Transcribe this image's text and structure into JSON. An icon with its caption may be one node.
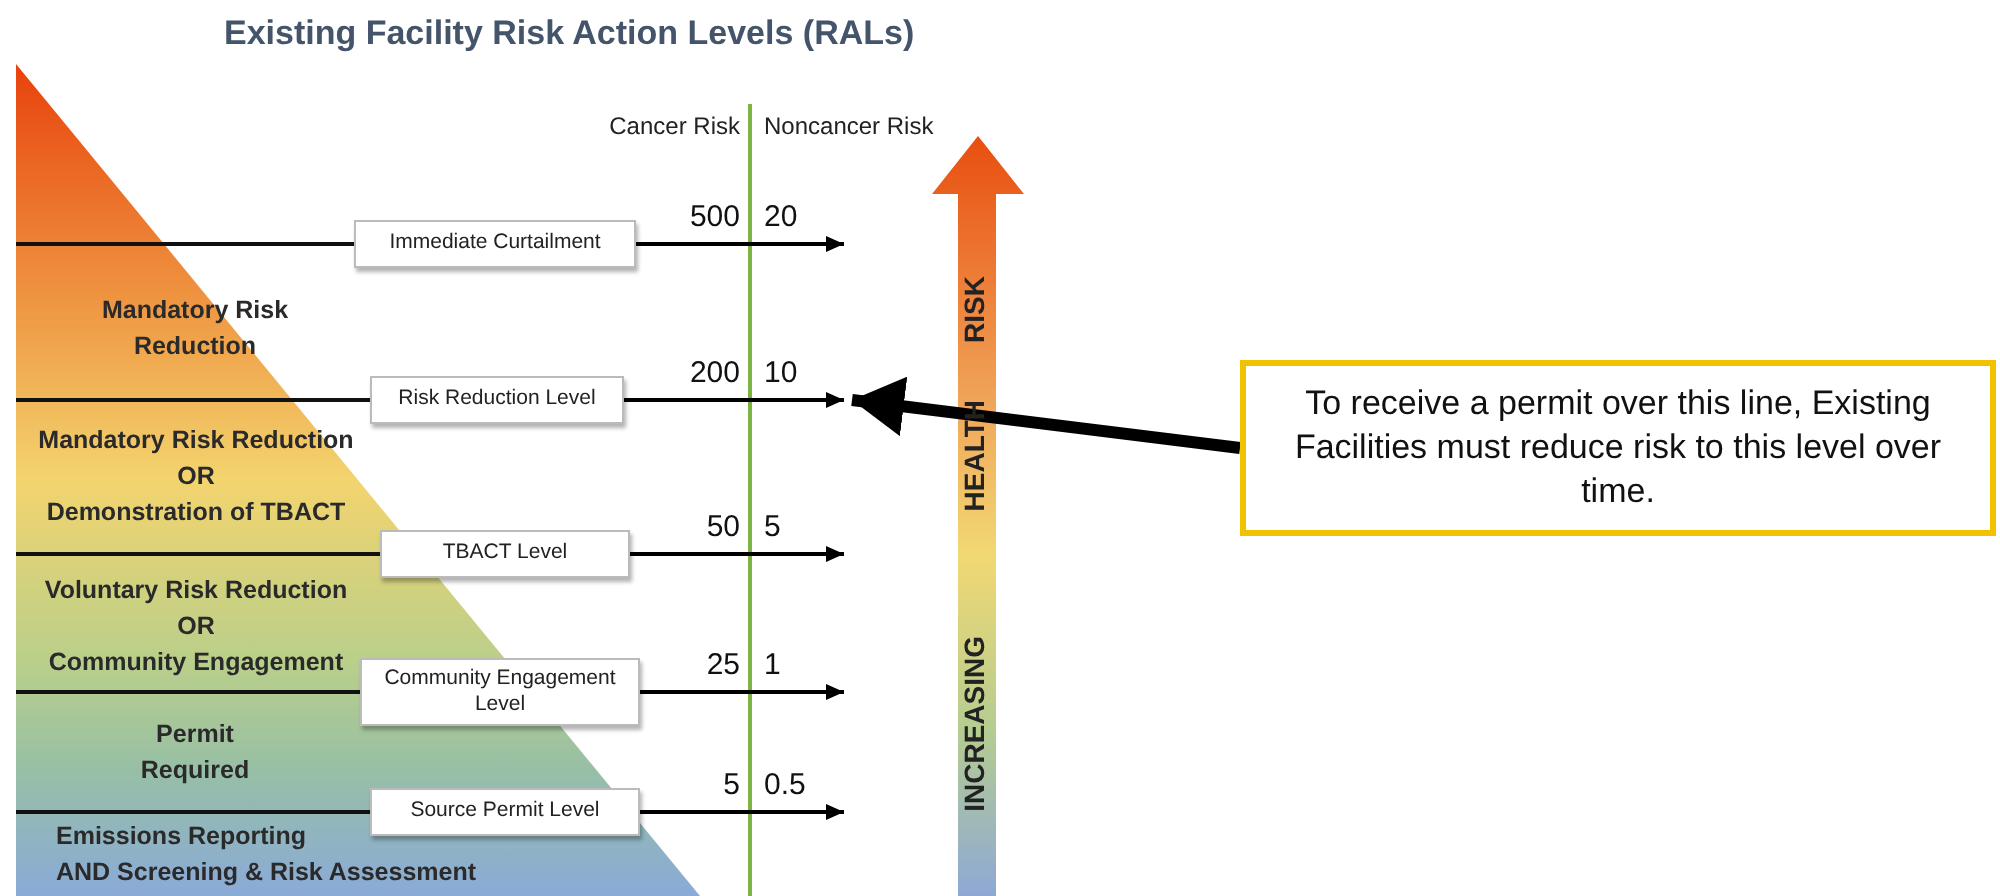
{
  "diagram": {
    "title": "Existing Facility Risk Action Levels (RALs)",
    "nodes": [
      {
        "text": [
          "Immediate Curtailment"
        ]
      },
      {
        "text": [
          "Risk Reduction Level"
        ]
      },
      {
        "text": [
          "TBACT Level"
        ]
      },
      {
        "text": [
          "Community Engagement Level"
        ]
      },
      {
        "text": [
          "Source Permit Level"
        ]
      },
      {
        "text": [
          "To receive a permit over this line, Existing Facilities must reduce risk to this level over time."
        ]
      }
    ],
    "edges": [
      {
        "from": 0,
        "to": null,
        "arrow": "to"
      },
      {
        "from": 1,
        "to": null,
        "arrow": "to"
      },
      {
        "from": 2,
        "to": null,
        "arrow": "to"
      },
      {
        "from": 3,
        "to": null,
        "arrow": "to"
      },
      {
        "from": 4,
        "to": null,
        "arrow": "to"
      },
      {
        "from": 5,
        "to": null,
        "arrow": "to",
        "style": "thick"
      }
    ],
    "labels": [
      "Cancer Risk",
      "Noncancer Risk",
      "500",
      "20",
      "200",
      "10",
      "50",
      "5",
      "25",
      "1",
      "5",
      "0.5",
      "Mandatory Risk Reduction",
      "Mandatory Risk Reduction",
      "OR",
      "Demonstration of TBACT",
      "Voluntary Risk Reduction",
      "OR",
      "Community Engagement",
      "Permit Required",
      "Emissions Reporting",
      "AND Screening & Risk Assessment",
      "INCREASING",
      "HEALTH",
      "RISK"
    ]
  }
}
